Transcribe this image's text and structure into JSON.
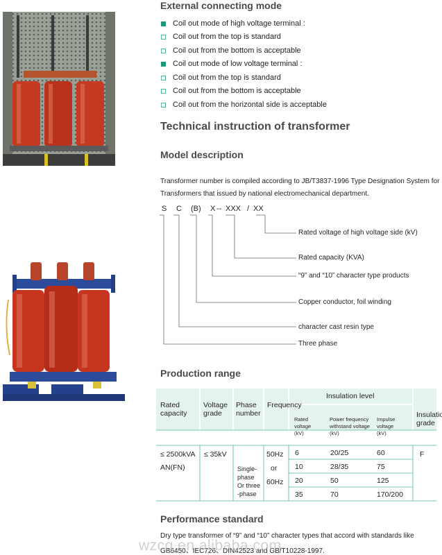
{
  "connect": {
    "title": "External connecting mode",
    "items": [
      {
        "text": "Coil out mode of high voltage terminal :",
        "filled": true
      },
      {
        "text": "Coil out from the top is standard",
        "filled": false
      },
      {
        "text": "Coil out from the bottom is acceptable",
        "filled": false
      },
      {
        "text": "Coil out mode of low voltage terminal :",
        "filled": true
      },
      {
        "text": "Coil out from the top is standard",
        "filled": false
      },
      {
        "text": "Coil out from the bottom is acceptable",
        "filled": false
      },
      {
        "text": "Coil out from the horizontal side is acceptable",
        "filled": false
      }
    ]
  },
  "tech": {
    "title": "Technical instruction of transformer"
  },
  "model": {
    "title": "Model description",
    "para1": "Transformer number is compiled according to JB/T3837-1996 Type Designation System for",
    "para2": "Transformers that issued by national electromechanical department.",
    "code": [
      "S",
      "C",
      "(B)",
      "X",
      "--",
      "XXX",
      "/",
      "XX"
    ],
    "labels": [
      "Rated voltage of high voltage side (kV)",
      "Rated capacity (KVA)",
      "“9” and “10” character type products",
      "Copper conductor, foil winding",
      "character cast resin type",
      "Three  phase"
    ]
  },
  "production": {
    "title": "Production range",
    "headers": {
      "rated_capacity": "Rated capacity",
      "voltage_grade": "Voltage grade",
      "phase_number": "Phase number",
      "frequency": "Frequency",
      "insulation_level": "Insulation level",
      "rated_voltage": "Rated voltage (kV)",
      "power_freq": "Power frequency withstand voltage (kV)",
      "impulse": "Impulse voltage (kV)",
      "insulation_grade": "Insulation grade"
    },
    "capacity_1": "≤ 2500kVA",
    "capacity_2": "AN(FN)",
    "voltage": "≤ 35kV",
    "phase": "Single-phase Or three -phase",
    "freq_1": "50Hz",
    "freq_2": "or",
    "freq_3": "60Hz",
    "grade": "F",
    "rows": [
      {
        "rated": "6",
        "power": "20/25",
        "impulse": "60"
      },
      {
        "rated": "10",
        "power": "28/35",
        "impulse": "75"
      },
      {
        "rated": "20",
        "power": "50",
        "impulse": "125"
      },
      {
        "rated": "35",
        "power": "70",
        "impulse": "170/200"
      }
    ]
  },
  "performance": {
    "title": "Performance standard",
    "line1": "Dry type transformer of “9” and “10” character types that accord with standards like",
    "line2": "GB6450、IEC726、DIN42523 and GB/T10228-1997."
  },
  "watermark": "wzcg.en.alibaba.com"
}
